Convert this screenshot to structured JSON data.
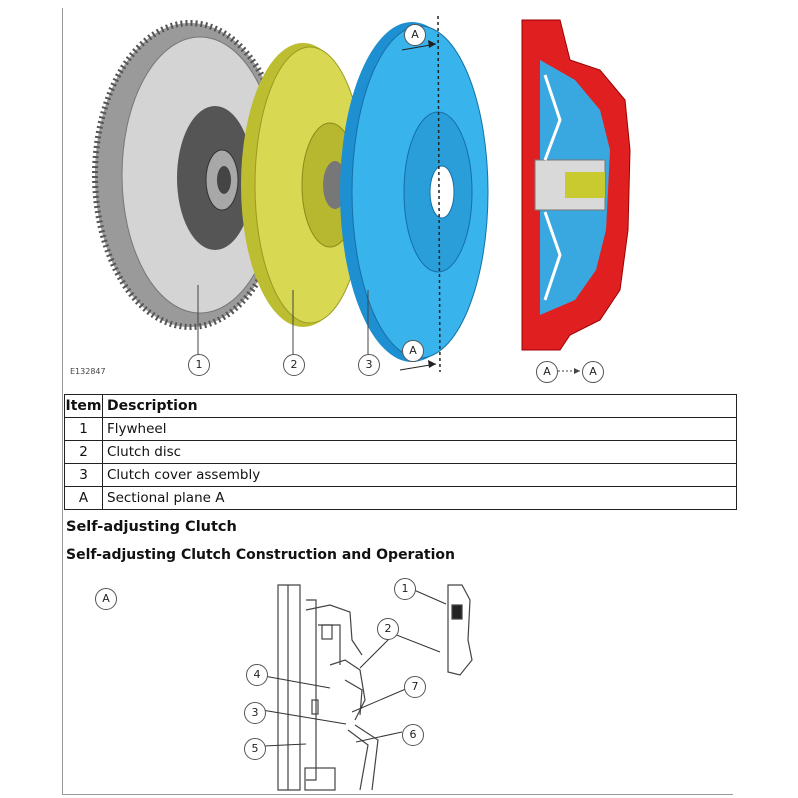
{
  "figure1": {
    "id_label": "E132847",
    "callouts": [
      "1",
      "2",
      "3"
    ],
    "section_marks": [
      "A",
      "A",
      "A",
      "A"
    ],
    "colors": {
      "flywheel": "#c8c8c8",
      "clutch_disc": "#cccc44",
      "cover": "#2ea8e6",
      "section_red": "#e02020"
    }
  },
  "table": {
    "headers": {
      "item": "Item",
      "description": "Description"
    },
    "rows": [
      {
        "item": "1",
        "description": "Flywheel"
      },
      {
        "item": "2",
        "description": "Clutch disc"
      },
      {
        "item": "3",
        "description": "Clutch cover assembly"
      },
      {
        "item": "A",
        "description": "Sectional plane A"
      }
    ]
  },
  "headings": {
    "section": "Self-adjusting Clutch",
    "subsection": "Self-adjusting Clutch Construction and Operation"
  },
  "figure2": {
    "marker": "A",
    "callouts": [
      "1",
      "2",
      "3",
      "4",
      "5",
      "6",
      "7"
    ]
  }
}
